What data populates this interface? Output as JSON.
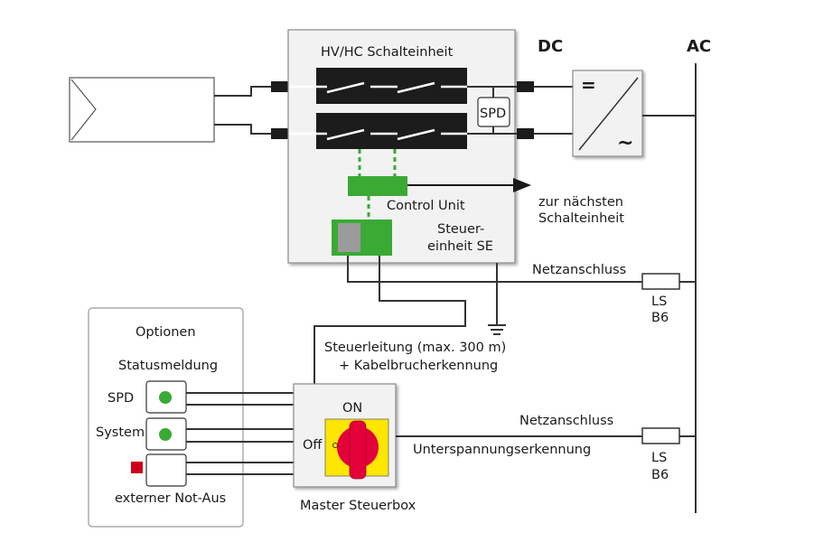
{
  "labels": {
    "switch_unit": "HV/HC Schalteinheit",
    "dc": "DC",
    "ac": "AC",
    "spd_device": "SPD",
    "inverter_dc": "=",
    "inverter_ac": "~",
    "control_unit": "Control Unit",
    "next_unit_line1": "zur nächsten",
    "next_unit_line2": "Schalteinheit",
    "se_line1": "Steuer-",
    "se_line2": "einheit SE",
    "grid1": "Netzanschluss",
    "grid2": "Netzanschluss",
    "breaker1_line1": "LS",
    "breaker1_line2": "B6",
    "breaker2_line1": "LS",
    "breaker2_line2": "B6",
    "control_line1": "Steuerleitung (max. 300 m)",
    "control_line2": "+ Kabelbrucherkennung",
    "undervoltage": "Unterspannungserkennung",
    "switch_on": "ON",
    "switch_off": "Off",
    "master_box": "Master Steuerbox",
    "options_title": "Optionen",
    "status_title": "Statusmeldung",
    "opt_spd": "SPD",
    "opt_system": "System",
    "opt_estop": "externer Not-Aus"
  },
  "colors": {
    "green": "#3aaa35",
    "red": "#e4003a",
    "yellow": "#ffe600",
    "estop": "#d0021b",
    "switch_bar": "#1c1c1c",
    "box_fill": "#f2f2f2"
  }
}
